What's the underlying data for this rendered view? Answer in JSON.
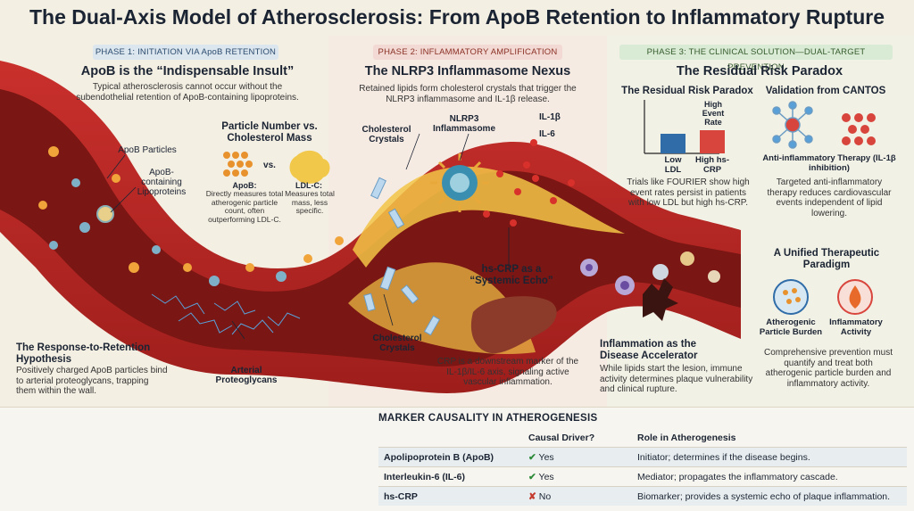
{
  "title": "The Dual-Axis Model of Atherosclerosis: From ApoB Retention to Inflammatory Rupture",
  "phase1": {
    "tag": "PHASE 1: INITIATION VIA ApoB RETENTION",
    "heading": "ApoB is the “Indispensable Insult”",
    "text": "Typical atherosclerosis cannot occur without the subendothelial retention of ApoB-containing lipoproteins.",
    "particles_label": "ApoB Particles",
    "lipo_label": "ApoB-containing Lipoproteins",
    "pn_heading": "Particle Number vs. Cholesterol Mass",
    "vs": "vs.",
    "apob_title": "ApoB:",
    "apob_text": "Directly measures total atherogenic particle count, often outperforming LDL-C.",
    "ldl_title": "LDL-C:",
    "ldl_text": "Measures total mass, less specific.",
    "rr_heading": "The Response-to-Retention Hypothesis",
    "rr_text": "Positively charged ApoB particles bind to arterial proteoglycans, trapping them within the wall.",
    "proteoglycans_label": "Arterial Proteoglycans"
  },
  "phase2": {
    "tag": "PHASE 2: INFLAMMATORY AMPLIFICATION",
    "heading": "The NLRP3 Inflammasome Nexus",
    "text": "Retained lipids form cholesterol crystals that trigger the NLRP3 inflammasome and IL-1β release.",
    "crystals_label": "Cholesterol Crystals",
    "nlrp3_label": "NLRP3 Inflammasome",
    "il1b": "IL-1β",
    "il6": "IL-6",
    "crp_heading": "hs-CRP as a “Systemic Echo”",
    "crp_text": "CRP is a downstream marker of the IL-1β/IL-6 axis, signaling active vascular inflammation.",
    "crystals_label2": "Cholesterol Crystals"
  },
  "phase3": {
    "tag": "PHASE 3: THE CLINICAL SOLUTION—DUAL-TARGET PREVENTION",
    "heading": "The Residual Risk Paradox",
    "sub_left": "The Residual Risk Paradox",
    "sub_right": "Validation from CANTOS",
    "bar_high_label": "High Event Rate",
    "bar_cat_1": "Low LDL",
    "bar_cat_2": "High hs-CRP",
    "trials_text": "Trials like FOURIER show high event rates persist in patients with low LDL but high hs-CRP.",
    "anti_title": "Anti-inflammatory Therapy (IL-1β inhibition)",
    "anti_text": "Targeted anti-inflammatory therapy reduces cardiovascular events independent of lipid lowering.",
    "unified_heading": "A Unified Therapeutic Paradigm",
    "burden_label": "Atherogenic Particle Burden",
    "activity_label": "Inflammatory Activity",
    "unified_text": "Comprehensive prevention must quantify and treat both atherogenic particle burden and inflammatory activity.",
    "accel_heading": "Inflammation as the Disease Accelerator",
    "accel_text": "While lipids start the lesion, immune activity determines plaque vulnerability and clinical rupture.",
    "colors": {
      "bar_low": "#2f6ca8",
      "bar_high": "#d8453c"
    }
  },
  "table": {
    "title": "MARKER CAUSALITY IN ATHEROGENESIS",
    "headers": [
      "",
      "Causal Driver?",
      "Role in Atherogenesis"
    ],
    "rows": [
      {
        "marker": "Apolipoprotein B (ApoB)",
        "icon": "check-icon",
        "causal": "Yes",
        "role": "Initiator; determines if the disease begins."
      },
      {
        "marker": "Interleukin-6 (IL-6)",
        "icon": "check-icon",
        "causal": "Yes",
        "role": "Mediator; propagates the inflammatory cascade."
      },
      {
        "marker": "hs-CRP",
        "icon": "cross-icon",
        "causal": "No",
        "role": "Biomarker; provides a systemic echo of plaque inflammation."
      }
    ]
  }
}
